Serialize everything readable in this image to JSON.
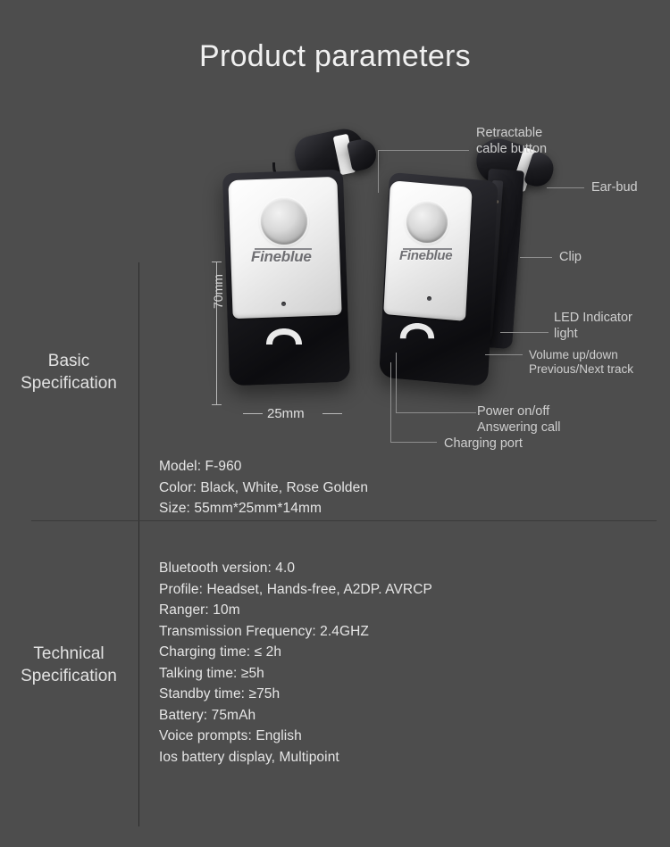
{
  "page": {
    "title": "Product parameters",
    "background_color": "#4d4d4d",
    "text_color": "#e6e6e6"
  },
  "rows": {
    "basic": {
      "label_line1": "Basic",
      "label_line2": "Specification",
      "specs": [
        "Model: F-960",
        "Color: Black, White, Rose Golden",
        "Size: 55mm*25mm*14mm"
      ]
    },
    "technical": {
      "label_line1": "Technical",
      "label_line2": "Specification",
      "specs": [
        "Bluetooth version: 4.0",
        "Profile: Headset, Hands-free, A2DP. AVRCP",
        "Ranger: 10m",
        "Transmission Frequency: 2.4GHZ",
        "Charging time: ≤ 2h",
        "Talking time: ≥5h",
        "Standby time: ≥75h",
        "Battery: 75mAh",
        "Voice prompts: English",
        "Ios battery display, Multipoint"
      ]
    }
  },
  "dimensions": {
    "height_label": "70mm",
    "width_label": "25mm"
  },
  "product": {
    "brand_text": "Fineblue",
    "brand_text_2": "Fineblue"
  },
  "callouts": [
    {
      "id": "retractable-cable-button",
      "line1": "Retractable",
      "line2": "cable button"
    },
    {
      "id": "ear-bud",
      "line1": "Ear-bud",
      "line2": ""
    },
    {
      "id": "clip",
      "line1": "Clip",
      "line2": ""
    },
    {
      "id": "led-indicator-light",
      "line1": "LED Indicator",
      "line2": "light"
    },
    {
      "id": "volume-track",
      "line1": "Volume up/down",
      "line2": "Previous/Next track"
    },
    {
      "id": "power-answer",
      "line1": "Power on/off",
      "line2": "Answering call"
    },
    {
      "id": "charging-port",
      "line1": "Charging port",
      "line2": ""
    }
  ]
}
